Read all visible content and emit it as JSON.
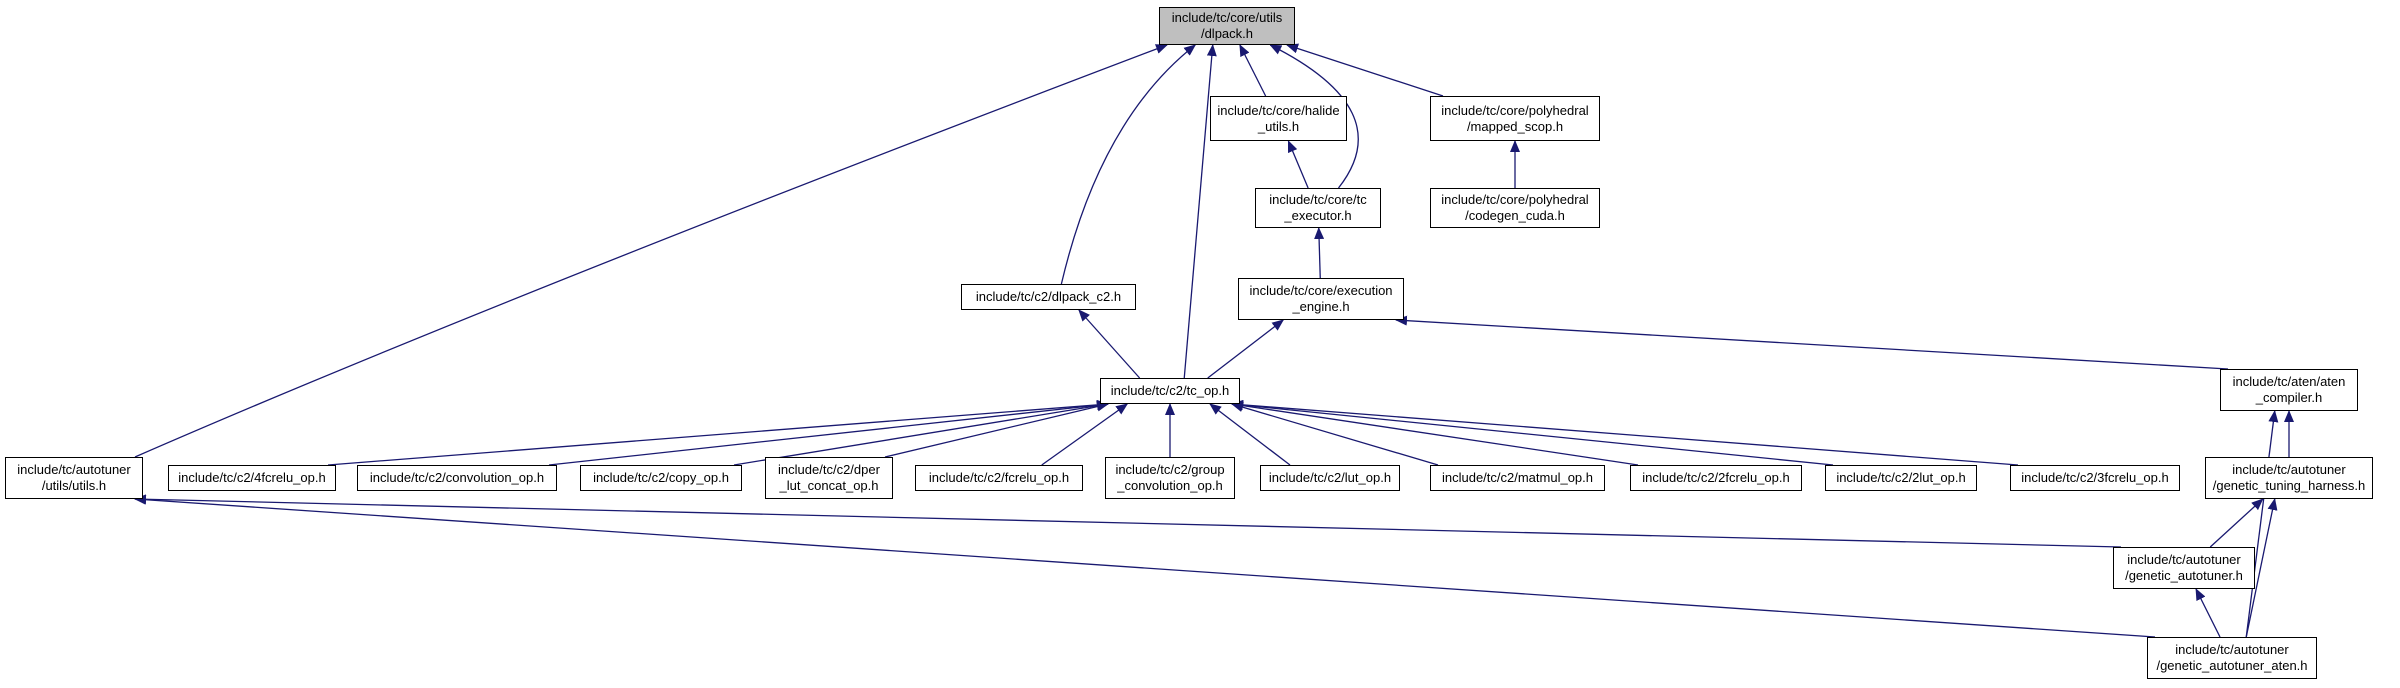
{
  "nodes": {
    "dlpack": {
      "line1": "include/tc/core/utils",
      "line2": "/dlpack.h"
    },
    "halide_utils": {
      "line1": "include/tc/core/halide",
      "line2": "_utils.h"
    },
    "mapped_scop": {
      "line1": "include/tc/core/polyhedral",
      "line2": "/mapped_scop.h"
    },
    "tc_executor": {
      "line1": "include/tc/core/tc",
      "line2": "_executor.h"
    },
    "codegen_cuda": {
      "line1": "include/tc/core/polyhedral",
      "line2": "/codegen_cuda.h"
    },
    "dlpack_c2": {
      "line1": "include/tc/c2/dlpack_c2.h"
    },
    "execution_engine": {
      "line1": "include/tc/core/execution",
      "line2": "_engine.h"
    },
    "tc_op": {
      "line1": "include/tc/c2/tc_op.h"
    },
    "aten_compiler": {
      "line1": "include/tc/aten/aten",
      "line2": "_compiler.h"
    },
    "autotuner_utils": {
      "line1": "include/tc/autotuner",
      "line2": "/utils/utils.h"
    },
    "op_4fcrelu": {
      "line1": "include/tc/c2/4fcrelu_op.h"
    },
    "op_convolution": {
      "line1": "include/tc/c2/convolution_op.h"
    },
    "op_copy": {
      "line1": "include/tc/c2/copy_op.h"
    },
    "op_dper_lut_concat": {
      "line1": "include/tc/c2/dper",
      "line2": "_lut_concat_op.h"
    },
    "op_fcrelu": {
      "line1": "include/tc/c2/fcrelu_op.h"
    },
    "op_group_convolution": {
      "line1": "include/tc/c2/group",
      "line2": "_convolution_op.h"
    },
    "op_lut": {
      "line1": "include/tc/c2/lut_op.h"
    },
    "op_matmul": {
      "line1": "include/tc/c2/matmul_op.h"
    },
    "op_2fcrelu": {
      "line1": "include/tc/c2/2fcrelu_op.h"
    },
    "op_2lut": {
      "line1": "include/tc/c2/2lut_op.h"
    },
    "op_3fcrelu": {
      "line1": "include/tc/c2/3fcrelu_op.h"
    },
    "genetic_tuning_harness": {
      "line1": "include/tc/autotuner",
      "line2": "/genetic_tuning_harness.h"
    },
    "genetic_autotuner": {
      "line1": "include/tc/autotuner",
      "line2": "/genetic_autotuner.h"
    },
    "genetic_autotuner_aten": {
      "line1": "include/tc/autotuner",
      "line2": "/genetic_autotuner_aten.h"
    }
  },
  "edges": [
    {
      "from": "dlpack",
      "to": "autotuner_utils"
    },
    {
      "from": "dlpack",
      "to": "dlpack_c2"
    },
    {
      "from": "dlpack",
      "to": "tc_op"
    },
    {
      "from": "dlpack",
      "to": "halide_utils"
    },
    {
      "from": "dlpack",
      "to": "tc_executor"
    },
    {
      "from": "dlpack",
      "to": "mapped_scop"
    },
    {
      "from": "halide_utils",
      "to": "tc_executor"
    },
    {
      "from": "mapped_scop",
      "to": "codegen_cuda"
    },
    {
      "from": "tc_executor",
      "to": "execution_engine"
    },
    {
      "from": "dlpack_c2",
      "to": "tc_op"
    },
    {
      "from": "execution_engine",
      "to": "tc_op"
    },
    {
      "from": "execution_engine",
      "to": "aten_compiler"
    },
    {
      "from": "tc_op",
      "to": "op_4fcrelu"
    },
    {
      "from": "tc_op",
      "to": "op_convolution"
    },
    {
      "from": "tc_op",
      "to": "op_copy"
    },
    {
      "from": "tc_op",
      "to": "op_dper_lut_concat"
    },
    {
      "from": "tc_op",
      "to": "op_fcrelu"
    },
    {
      "from": "tc_op",
      "to": "op_group_convolution"
    },
    {
      "from": "tc_op",
      "to": "op_lut"
    },
    {
      "from": "tc_op",
      "to": "op_matmul"
    },
    {
      "from": "tc_op",
      "to": "op_2fcrelu"
    },
    {
      "from": "tc_op",
      "to": "op_2lut"
    },
    {
      "from": "tc_op",
      "to": "op_3fcrelu"
    },
    {
      "from": "aten_compiler",
      "to": "genetic_tuning_harness"
    },
    {
      "from": "aten_compiler",
      "to": "genetic_autotuner_aten"
    },
    {
      "from": "genetic_tuning_harness",
      "to": "genetic_autotuner"
    },
    {
      "from": "genetic_tuning_harness",
      "to": "genetic_autotuner_aten"
    },
    {
      "from": "genetic_autotuner",
      "to": "genetic_autotuner_aten"
    },
    {
      "from": "autotuner_utils",
      "to": "genetic_autotuner"
    },
    {
      "from": "autotuner_utils",
      "to": "genetic_autotuner_aten"
    }
  ],
  "colors": {
    "edge": "#191970",
    "node_border": "#000000",
    "root_fill": "#bfbfbf",
    "node_fill": "#ffffff"
  }
}
